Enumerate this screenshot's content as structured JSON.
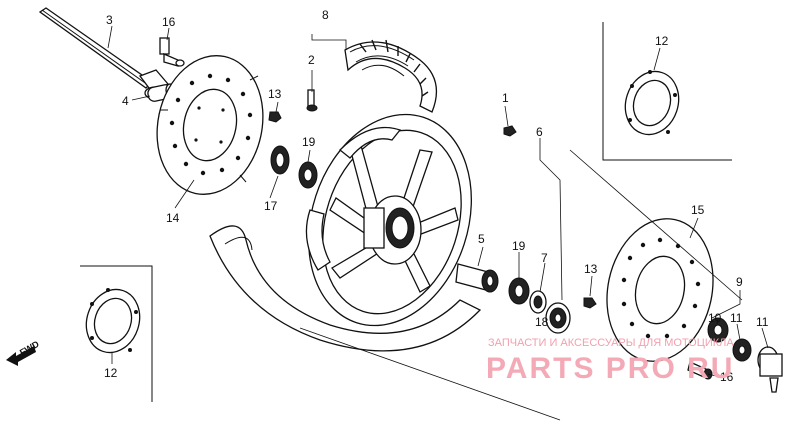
{
  "diagram": {
    "part_labels": {
      "p1": "1",
      "p2": "2",
      "p3": "3",
      "p4": "4",
      "p5": "5",
      "p6": "6",
      "p7": "7",
      "p8": "8",
      "p9": "9",
      "p10": "10",
      "p11a": "11",
      "p11b": "11",
      "p12a": "12",
      "p12b": "12",
      "p13a": "13",
      "p13b": "13",
      "p14": "14",
      "p15": "15",
      "p16a": "16",
      "p16b": "16",
      "p17": "17",
      "p18": "18",
      "p19a": "19",
      "p19b": "19"
    },
    "fwd_label": "FWD",
    "watermark_caption": "ЗАПЧАСТИ И АКСЕССУАРЫ ДЛЯ МОТОЦИКЛА",
    "watermark_brand": "PARTS PRO RU"
  }
}
